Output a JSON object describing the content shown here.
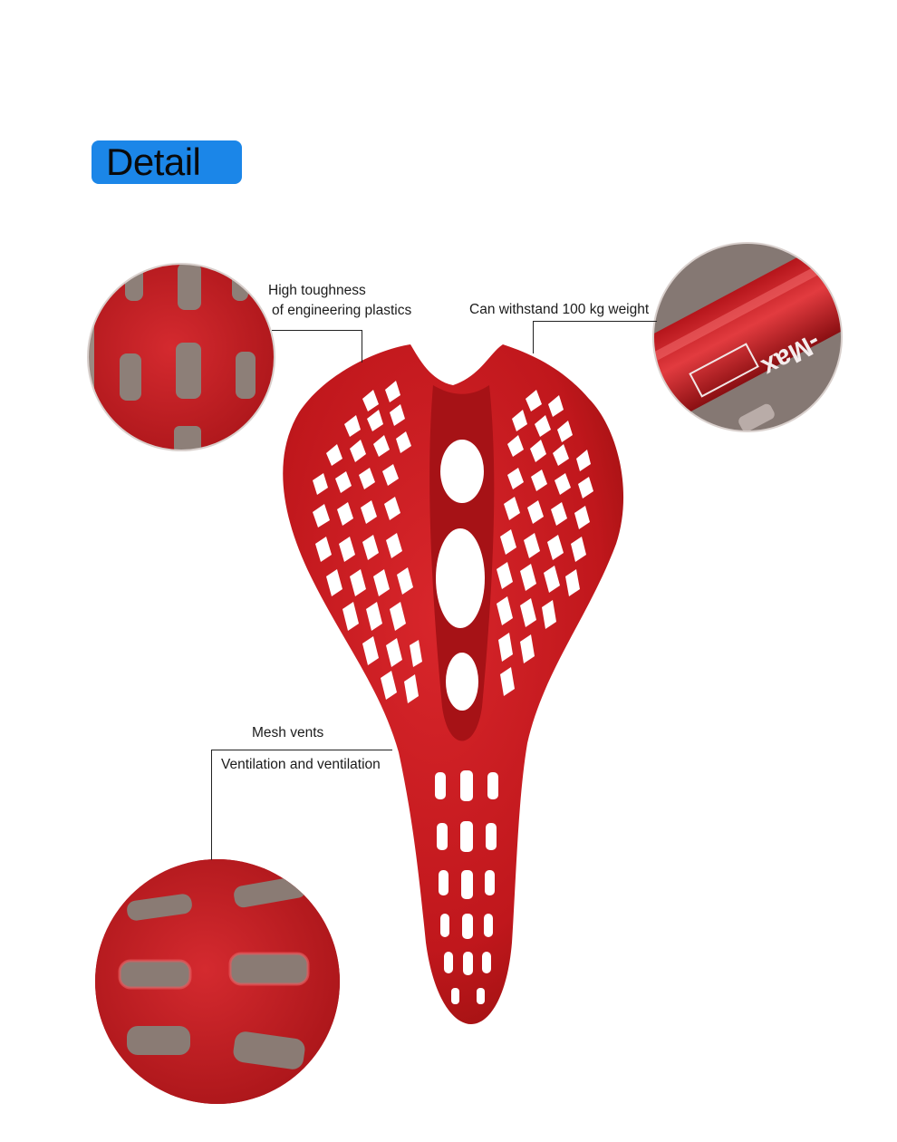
{
  "header": {
    "badge_label": "Detail",
    "badge_color": "#1b86e8"
  },
  "callouts": {
    "toughness_line1": "High toughness",
    "toughness_line2": "of engineering plastics",
    "weight": "Can withstand 100 kg weight",
    "mesh_title": "Mesh vents",
    "mesh_sub": "Ventilation and ventilation"
  },
  "product": {
    "color": "#c4161c",
    "rail_print": "-Max"
  }
}
